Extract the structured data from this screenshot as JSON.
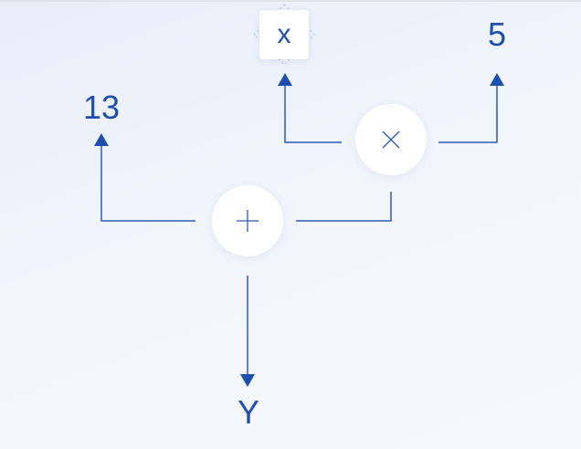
{
  "diagram": {
    "root_output": "Y",
    "add_node": {
      "operator": "plus-icon"
    },
    "multiply_node": {
      "operator": "times-icon"
    },
    "left_operand": "13",
    "variable_box": "x",
    "right_operand": "5"
  },
  "colors": {
    "accent": "#1f4fae",
    "node_fill": "#ffffff",
    "operator_stroke": "#2d5bb8"
  }
}
